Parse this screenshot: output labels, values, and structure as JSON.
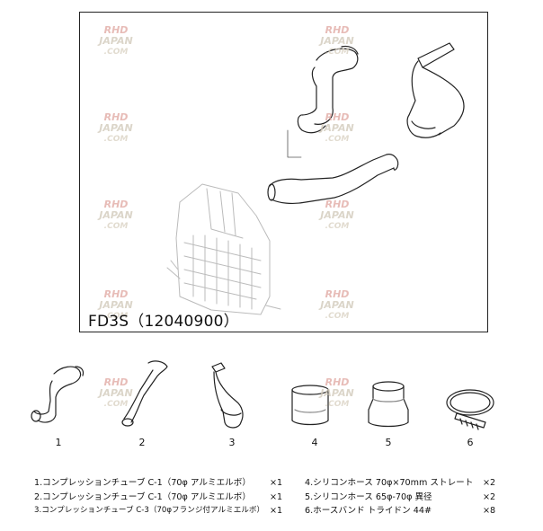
{
  "model": {
    "label": "FD3S（12040900）"
  },
  "watermark": {
    "line1": "RHD",
    "line2": "JAPAN",
    "line3": ".COM"
  },
  "parts": [
    {
      "number": "1"
    },
    {
      "number": "2"
    },
    {
      "number": "3"
    },
    {
      "number": "4"
    },
    {
      "number": "5"
    },
    {
      "number": "6"
    }
  ],
  "legend_left": [
    {
      "name": "1.コンプレッションチューブ C-1（70φ アルミエルボ）",
      "qty": "×1"
    },
    {
      "name": "2.コンプレッションチューブ C-1（70φ アルミエルボ）",
      "qty": "×1"
    },
    {
      "name": "3.コンプレッションチューブ C-3（70φフランジ付アルミエルボ）",
      "qty": "×1"
    }
  ],
  "legend_right": [
    {
      "name": "4.シリコンホース 70φ×70mm ストレート",
      "qty": "×2"
    },
    {
      "name": "5.シリコンホース 65φ-70φ 異径",
      "qty": "×2"
    },
    {
      "name": "6.ホースバンド トライドン 44#",
      "qty": "×8"
    }
  ]
}
